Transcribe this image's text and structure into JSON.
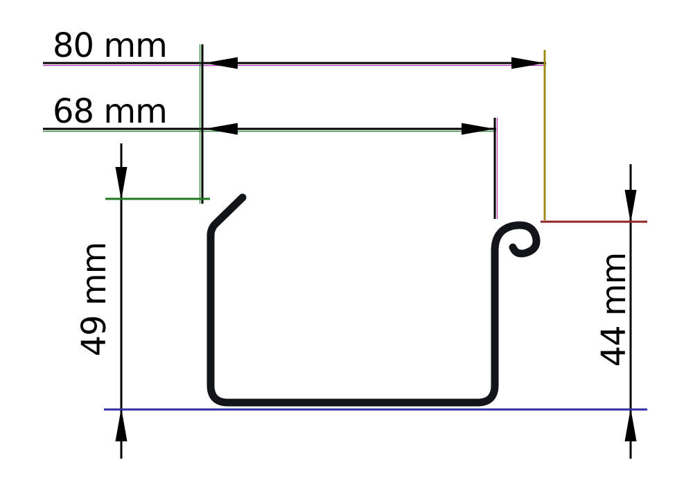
{
  "drawing": {
    "type": "profile cross-section with dimensions",
    "dimensions": {
      "top_width": {
        "label": "80 mm"
      },
      "inner_width": {
        "label": "68 mm"
      },
      "left_height": {
        "label": "49 mm"
      },
      "right_height": {
        "label": "44 mm"
      }
    },
    "colors": {
      "outline": "#11151a",
      "dimension": "#000000",
      "accent_green": "#1f7a1f",
      "accent_magenta": "#b224b2",
      "accent_olive": "#a08c1a",
      "accent_red": "#8f2323",
      "accent_blue": "#2f2fae",
      "background": "#ffffff"
    }
  }
}
